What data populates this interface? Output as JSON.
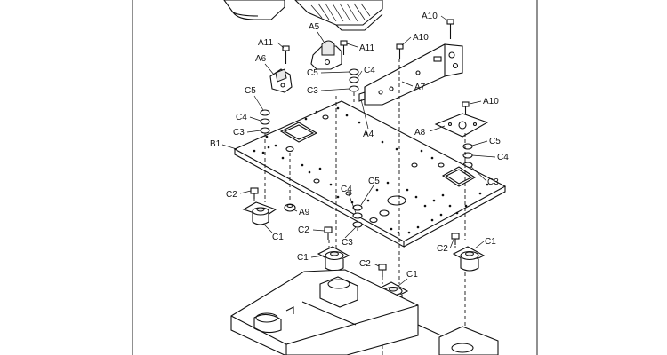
{
  "labels": {
    "a10_top": "A10",
    "a5": "A5",
    "a11_left": "A11",
    "a11_right": "A11",
    "a10_mid": "A10",
    "a6": "A6",
    "c5_top": "C5",
    "c4_top": "C4",
    "c3_top": "C3",
    "a7": "A7",
    "c5_left": "C5",
    "c4_left": "C4",
    "c3_left": "C3",
    "a10_right": "A10",
    "a4": "A4",
    "a8": "A8",
    "b1": "B1",
    "c5_right": "C5",
    "c4_right": "C4",
    "c3_right": "C3",
    "c5_center": "C5",
    "c4_center": "C4",
    "c2_left": "C2",
    "a9": "A9",
    "c1_left": "C1",
    "c2_center": "C2",
    "c3_center": "C3",
    "c1_right": "C1",
    "c2_right": "C2",
    "c1_center": "C1",
    "c2_bottom": "C2",
    "c1_bottom": "C1"
  }
}
